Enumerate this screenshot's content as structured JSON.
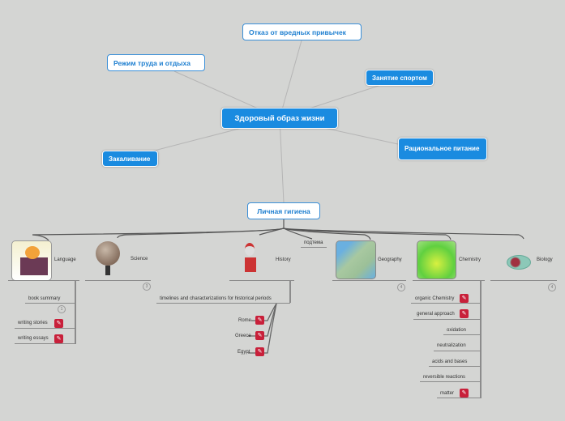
{
  "central": "Здоровый образ жизни",
  "topics": {
    "habits": "Отказ от вредных привычек",
    "regime": "Режим труда и отдыха",
    "sport": "Занятие спортом",
    "hardening": "Закаливание",
    "nutrition": "Рациональное питание",
    "hygiene": "Личная гигиена"
  },
  "subtopics": {
    "language": {
      "label": "Language",
      "children": [
        {
          "label": "book summary",
          "count": "1"
        },
        {
          "label": "writing stories"
        },
        {
          "label": "writing essays"
        }
      ]
    },
    "science": {
      "label": "Science",
      "count": "3"
    },
    "history": {
      "label": "History",
      "child": "timelines and characterizations for historical periods",
      "items": [
        "Rome",
        "Greece",
        "Egypt"
      ]
    },
    "subtheme": "подтема",
    "geography": {
      "label": "Geography",
      "count": "4"
    },
    "chemistry": {
      "label": "Chemistry",
      "children": [
        "organic Chemistry",
        "general approach",
        "oxidation",
        "neutralization",
        "acids and bases",
        "reversible reactions",
        "matter"
      ]
    },
    "biology": {
      "label": "Biology",
      "count": "4"
    }
  },
  "colors": {
    "accent": "#1a8be0",
    "link_icon": "#c8203a",
    "background": "#d4d5d3"
  }
}
